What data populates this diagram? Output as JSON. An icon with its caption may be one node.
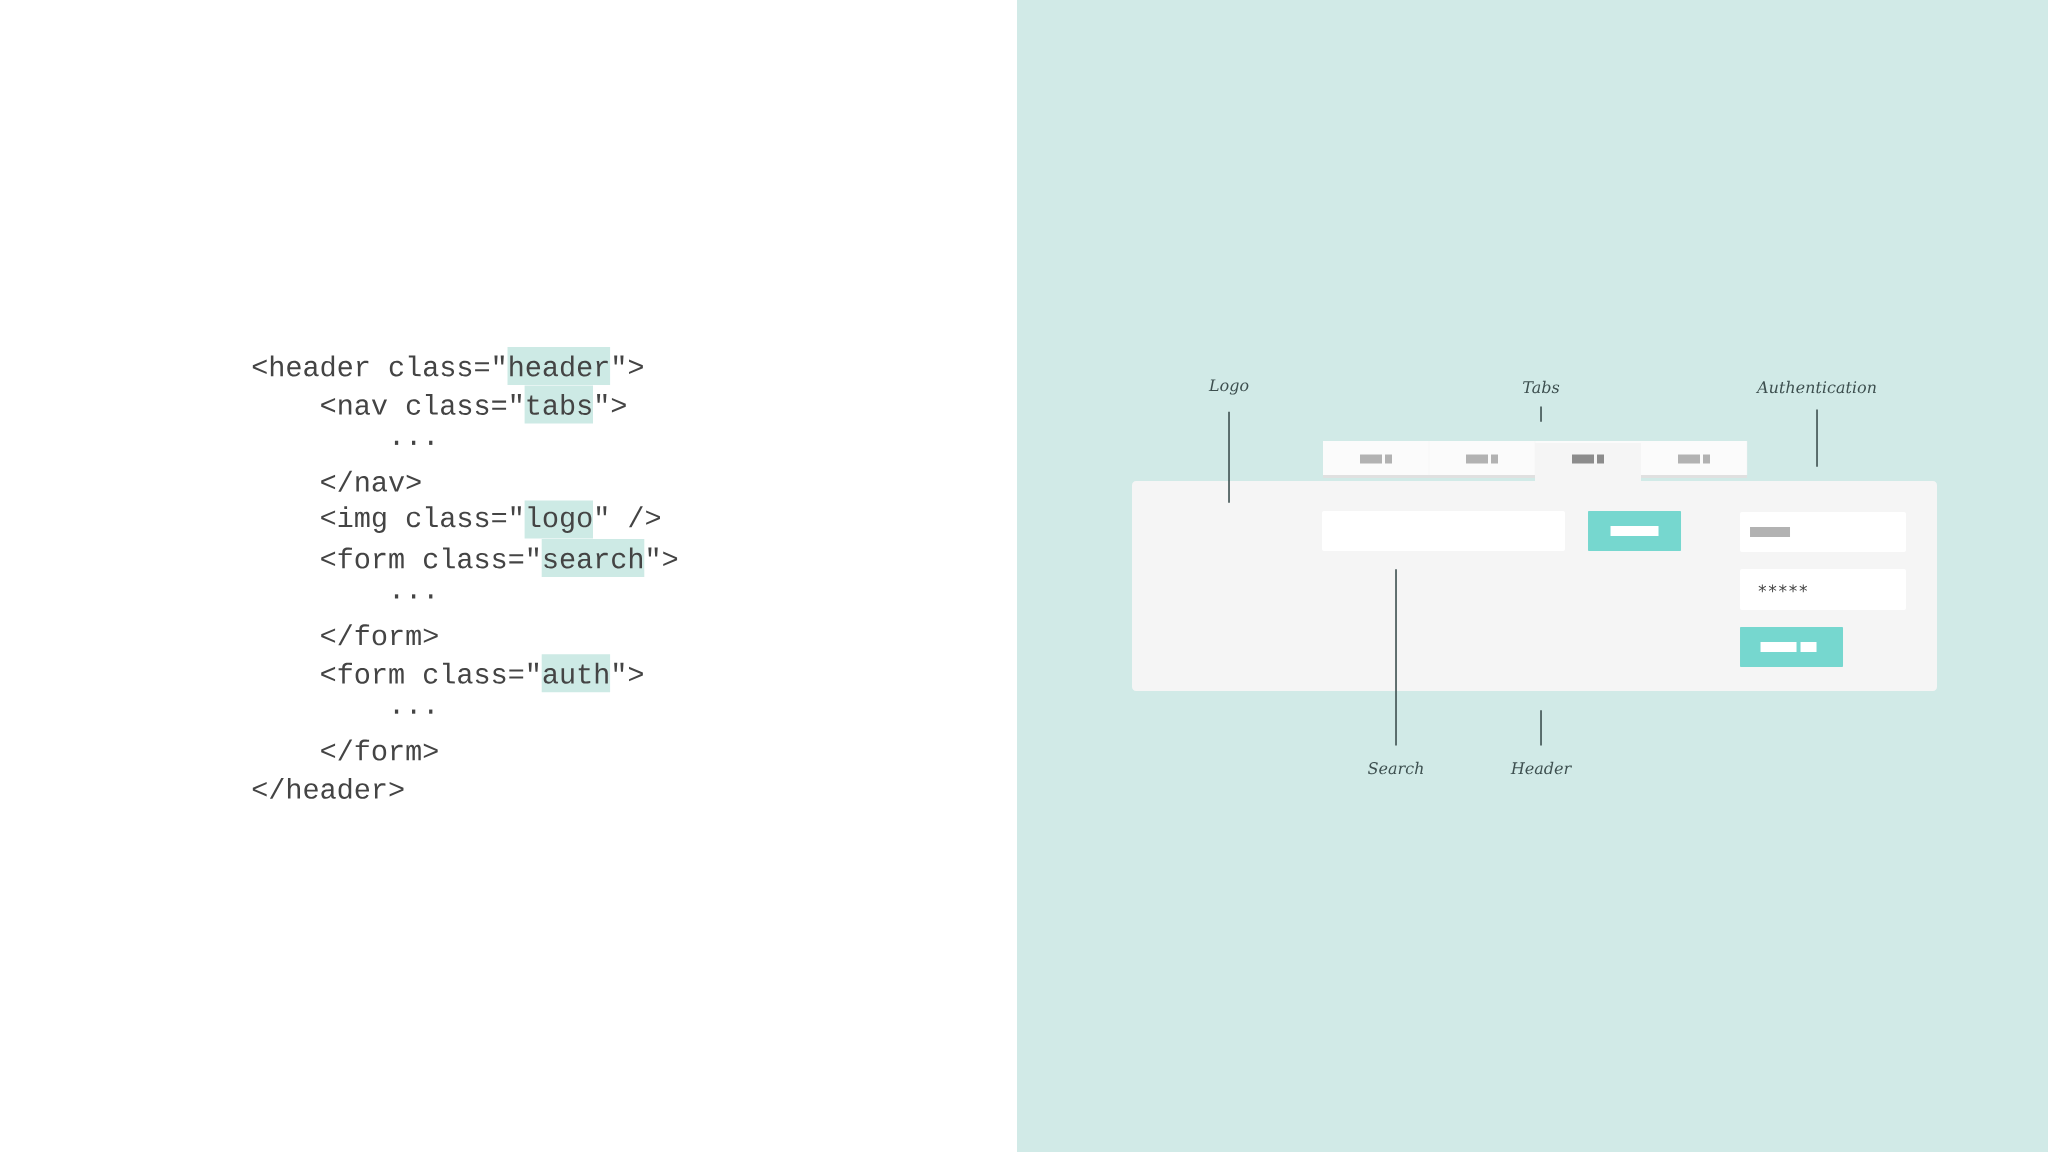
{
  "diagram": {
    "nodes": [
      {
        "text": [
          "Logo"
        ]
      },
      {
        "text": [
          "Tabs"
        ]
      },
      {
        "text": [
          "Authentication"
        ]
      },
      {
        "text": [],
        "shape": "box"
      },
      {
        "text": [],
        "shape": "box"
      },
      {
        "text": [],
        "shape": "box",
        "in": 4
      },
      {
        "text": [],
        "shape": "box",
        "in": 4
      },
      {
        "text": [],
        "shape": "box",
        "in": 4
      },
      {
        "text": [
          "∗∗∗∗∗"
        ],
        "in": 4
      },
      {
        "text": [],
        "shape": "box",
        "in": 4
      },
      {
        "text": [
          "Search"
        ]
      },
      {
        "text": [
          "Header"
        ]
      }
    ],
    "edges": [
      {
        "from": 0,
        "to": 4,
        "arrow": "none"
      },
      {
        "from": 1,
        "to": 3,
        "arrow": "none"
      },
      {
        "from": 2,
        "to": 4,
        "arrow": "none"
      },
      {
        "from": 10,
        "to": 5,
        "arrow": "none"
      },
      {
        "from": 11,
        "to": 4,
        "arrow": "none"
      }
    ],
    "labels": [
      "<header class=\"header\">",
      "<nav class=\"tabs\">",
      "...",
      "</nav>",
      "<img class=\"logo\" />",
      "<form class=\"search\">",
      "...",
      "</form>",
      "<form class=\"auth\">",
      "...",
      "</form>",
      "</header>"
    ]
  }
}
